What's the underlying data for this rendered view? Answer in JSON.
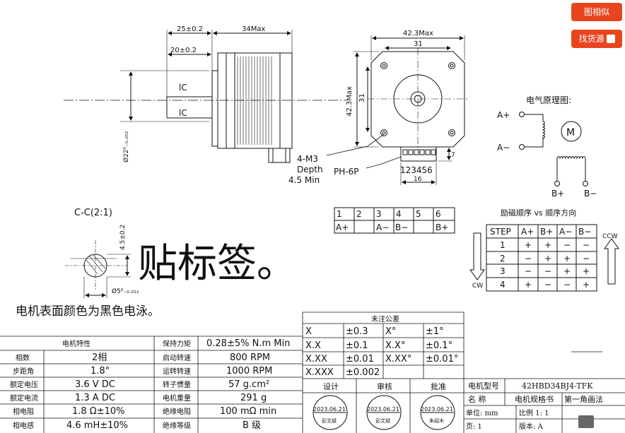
{
  "side_buttons": {
    "similar_image": "图相似",
    "find_supply": "找货源"
  },
  "side_view": {
    "dim_25": "25±0.2",
    "dim_34": "34Max",
    "dim_20": "20±0.2",
    "flat_mark": "lC",
    "shaft_dia": "Ø22⁰₋₀.₀₅₂"
  },
  "front_view": {
    "dim_w": "42.3Max",
    "dim_31": "31",
    "dim_h": "42.3Max",
    "dim_h31": "31",
    "screw_note": [
      "4-M3",
      "Depth",
      "4.5 Min"
    ],
    "connector": "PH-6P",
    "pin_numbers": "123456",
    "dim_16": "16",
    "dim_7": "7"
  },
  "schematic": {
    "title": "电气原理图:",
    "a_plus": "A+",
    "a_minus": "A−",
    "b_plus": "B+",
    "b_minus": "B−",
    "motor": "M"
  },
  "section": {
    "title": "C-C(2:1)",
    "dim_45": "4.5±0.2",
    "dim_5": "Ø5⁰₋₀.₀₁₂"
  },
  "label_note": "贴标签。",
  "surface_note": "电机表面颜色为黑色电泳。",
  "pin_table": {
    "numbers": [
      "1",
      "2",
      "3",
      "4",
      "5",
      "6"
    ],
    "signals": [
      "A+",
      "",
      "A−",
      "B−",
      "",
      "B+"
    ]
  },
  "excitation": {
    "title": "励磁顺序  vs  顺序方向",
    "headers": [
      "STEP",
      "A+",
      "B+",
      "A−",
      "B−"
    ],
    "rows": [
      [
        "1",
        "+",
        "+",
        "−",
        "−"
      ],
      [
        "2",
        "−",
        "+",
        "+",
        "−"
      ],
      [
        "3",
        "−",
        "−",
        "+",
        "+"
      ],
      [
        "4",
        "+",
        "−",
        "−",
        "+"
      ]
    ],
    "ccw": "CCW",
    "cw": "CW"
  },
  "specs": {
    "title": "电机特性",
    "rows": [
      [
        "相数",
        "2相",
        "保持力矩",
        "0.28±5% N.m Min"
      ],
      [
        "步距角",
        "1.8°",
        "启动转速",
        "800 RPM"
      ],
      [
        "额定电压",
        "3.6 V DC",
        "运转转速",
        "1000 RPM"
      ],
      [
        "额定电流",
        "1.3 A DC",
        "转子惯量",
        "57 g.cm²"
      ],
      [
        "相电阻",
        "1.8 Ω±10%",
        "电机重量",
        "291 g"
      ],
      [
        "相电感",
        "4.6 mH±10%",
        "绝缘电阻",
        "100 mΩ min"
      ],
      [
        "",
        "",
        "绝缘等级",
        "B 级"
      ]
    ]
  },
  "tolerance": {
    "title": "未注公差",
    "rows": [
      [
        "X",
        "±0.3",
        "X°",
        "±1°"
      ],
      [
        "X.X",
        "±0.1",
        "X.X°",
        "±0.1°"
      ],
      [
        "X.XX",
        "±0.01",
        "X.XX°",
        "±0.01°"
      ],
      [
        "X.XXX",
        "±0.002",
        "",
        ""
      ]
    ]
  },
  "approvals": {
    "labels": [
      "设计",
      "审核",
      "批准"
    ],
    "date": "2023.06.21",
    "names": [
      "彭文斌",
      "彭文斌",
      "朱绍木"
    ]
  },
  "title_block": {
    "model_label": "电机型号",
    "model": "42HBD34BJ4-TFK",
    "name_label": "名 称",
    "name_value": "电机规格书",
    "method": "第一角画法",
    "unit": "单位: mm",
    "scale": "比例 1: 1",
    "page": "页: 1",
    "version": "版本: A"
  }
}
